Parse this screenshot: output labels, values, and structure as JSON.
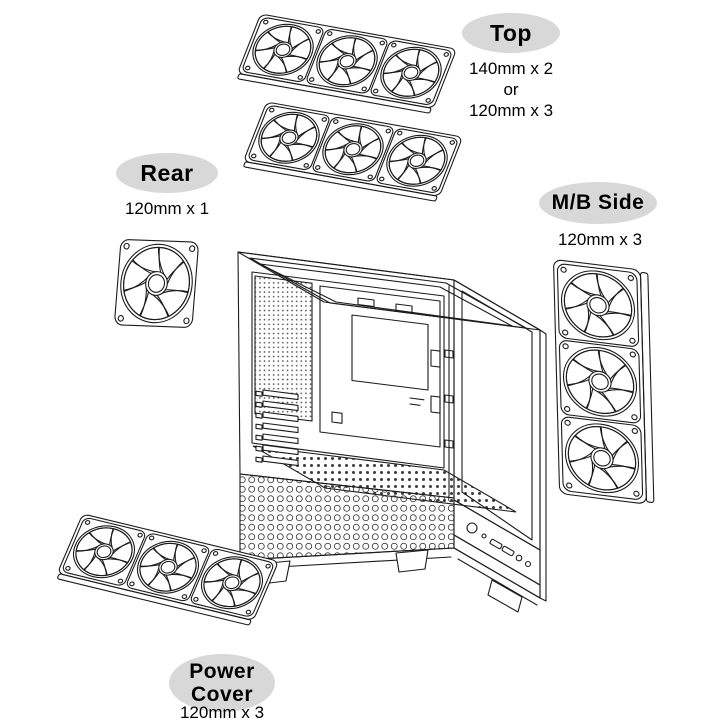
{
  "canvas": {
    "background": "#ffffff",
    "line_color": "#1c1c1c",
    "badge_background": "#d8d8d8"
  },
  "labels": {
    "top": {
      "title": "Top",
      "spec_line1": "140mm x 2",
      "spec_line2": "or",
      "spec_line3": "120mm x 3"
    },
    "rear": {
      "title": "Rear",
      "spec": "120mm x 1"
    },
    "mb_side": {
      "title": "M/B Side",
      "spec": "120mm x 3"
    },
    "power_cover": {
      "title_line1": "Power",
      "title_line2": "Cover",
      "spec": "120mm x 3"
    }
  },
  "fan_locations": [
    {
      "name": "Top",
      "fan_options": "140mm x 2 or 120mm x 3"
    },
    {
      "name": "Rear",
      "fan_options": "120mm x 1"
    },
    {
      "name": "M/B Side",
      "fan_options": "120mm x 3"
    },
    {
      "name": "Power Cover",
      "fan_options": "120mm x 3"
    }
  ]
}
